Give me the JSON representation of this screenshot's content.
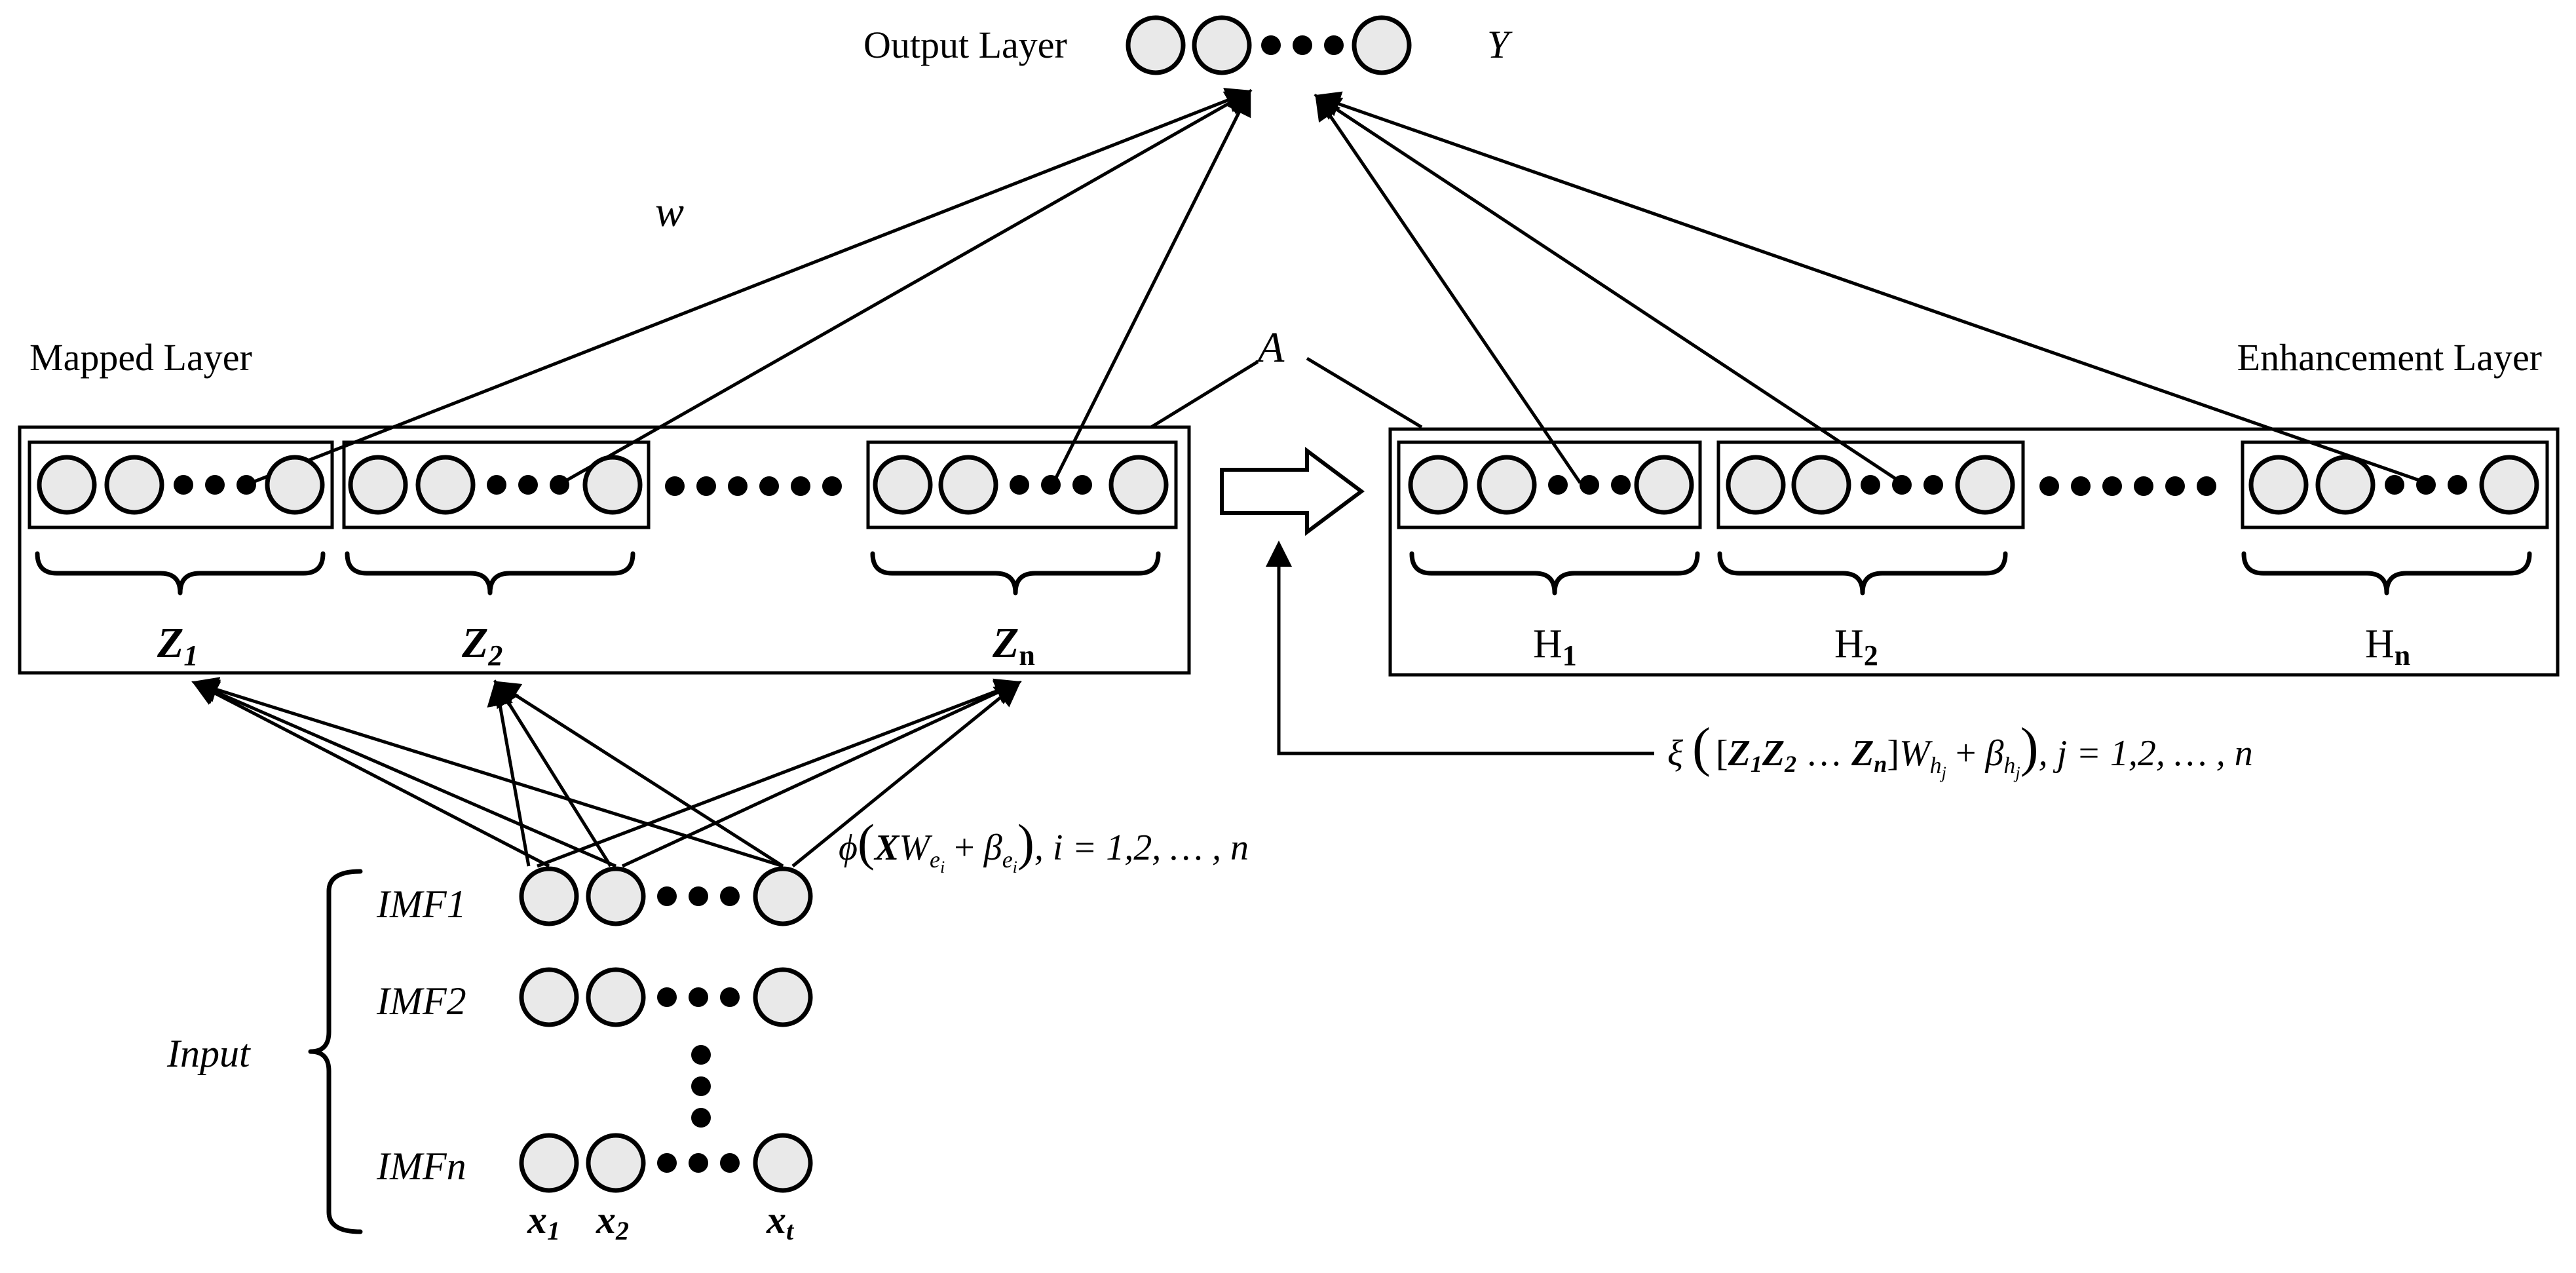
{
  "labels": {
    "output_layer": "Output Layer",
    "y": "Y",
    "w": "w",
    "a": "A",
    "mapped_layer": "Mapped Layer",
    "enhancement_layer": "Enhancement Layer",
    "input": "Input",
    "imf1": "IMF1",
    "imf2": "IMF2",
    "imfn": "IMFn"
  },
  "mapped_groups": [
    {
      "base": "Z",
      "sub": "1"
    },
    {
      "base": "Z",
      "sub": "2"
    },
    {
      "base": "Z",
      "sub": "n"
    }
  ],
  "enhancement_groups": [
    {
      "base": "H",
      "sub": "1"
    },
    {
      "base": "H",
      "sub": "2"
    },
    {
      "base": "H",
      "sub": "n"
    }
  ],
  "inputs": [
    {
      "base": "x",
      "sub": "1"
    },
    {
      "base": "x",
      "sub": "2"
    },
    {
      "base": "x",
      "sub": "t"
    }
  ],
  "formulas": {
    "phi": {
      "func": "ϕ",
      "open": "(",
      "X": "X",
      "W": "W",
      "W_sub": "e",
      "W_subsub": "i",
      "plus": " + ",
      "beta": "β",
      "beta_sub": "e",
      "beta_subsub": "i",
      "close": ")",
      "tail": ", i = 1,2, … , n"
    },
    "xi": {
      "func": "ξ",
      "open": "(",
      "lbracket": "[",
      "Z1": "Z",
      "Z1_sub": "1",
      "Z2": "Z",
      "Z2_sub": "2",
      "ellipsis": " … ",
      "Zn": "Z",
      "Zn_sub": "n",
      "rbracket": "]",
      "W": "W",
      "W_sub": "h",
      "W_subsub": "j",
      "plus": " + ",
      "beta": "β",
      "beta_sub": "h",
      "beta_subsub": "j",
      "close": ")",
      "tail": ", j = 1,2, … , n"
    }
  }
}
